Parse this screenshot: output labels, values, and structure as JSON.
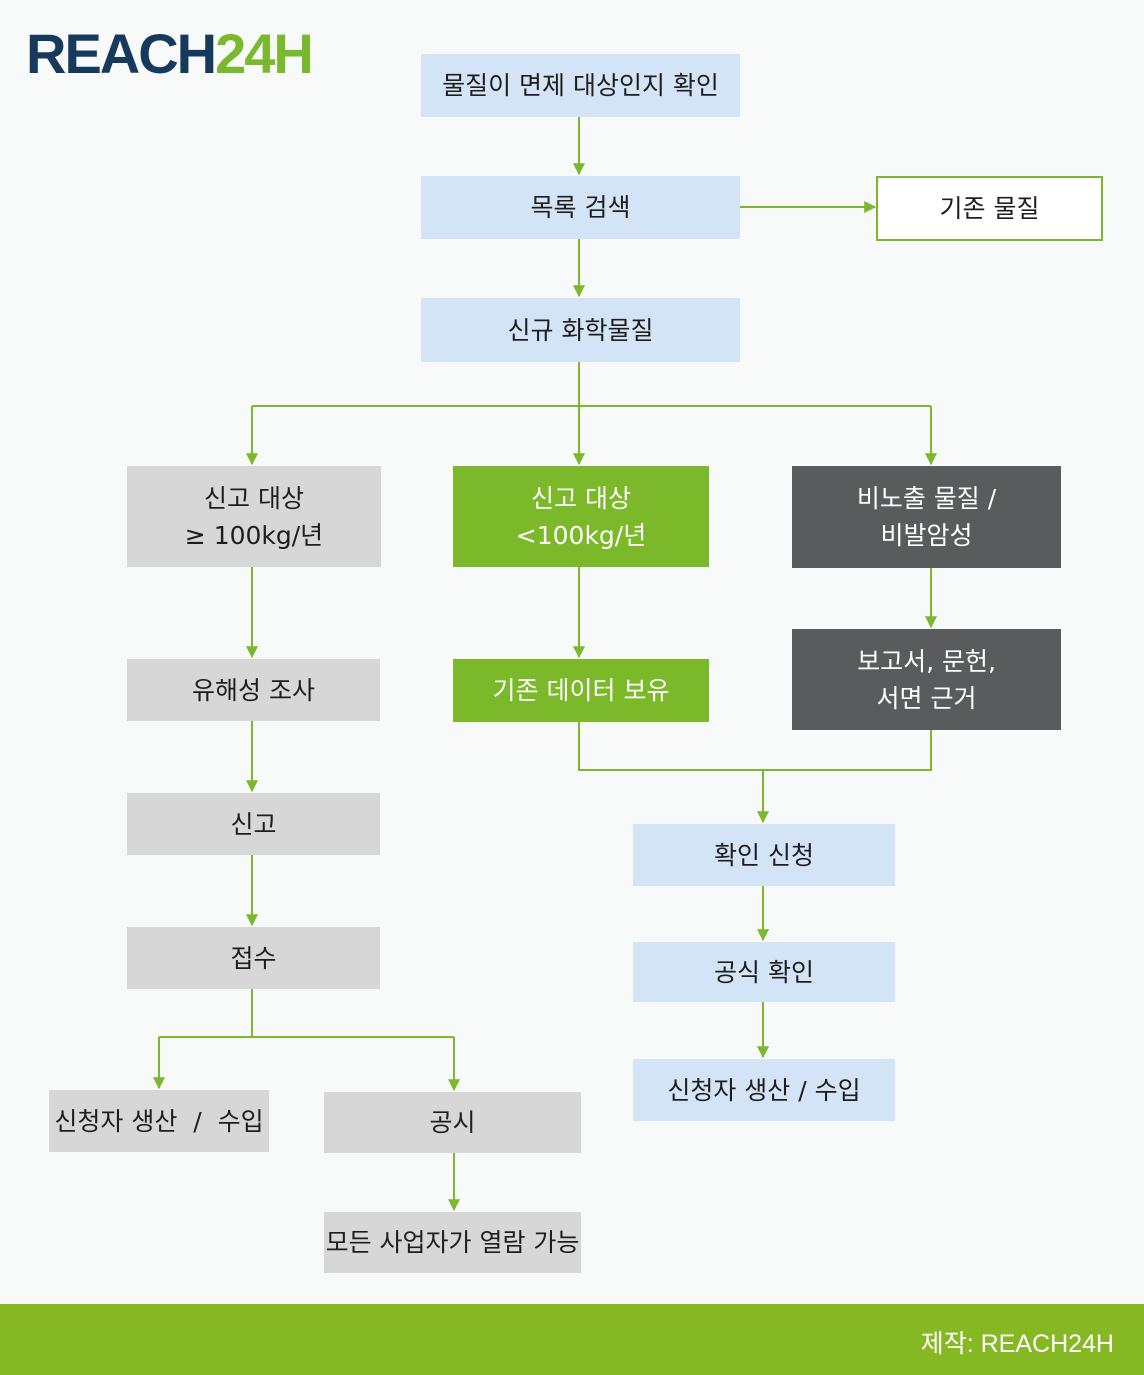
{
  "logo": {
    "part1": "REACH",
    "part2": "24H"
  },
  "flow": {
    "check_exempt": "물질이 면제 대상인지 확인",
    "list_search": "목록 검색",
    "existing_substance": "기존 물질",
    "new_chemical": "신규 화학물질",
    "report_over": {
      "line1": "신고 대상",
      "line2": "≥ 100kg/년"
    },
    "report_under": {
      "line1": "신고 대상",
      "line2": "<100kg/년"
    },
    "non_exposure": {
      "line1": "비노출 물질 /",
      "line2": "비발암성"
    },
    "hazard_study": "유해성 조사",
    "existing_data": "기존 데이터 보유",
    "reports": {
      "line1": "보고서, 문헌,",
      "line2": "서면 근거"
    },
    "notify": "신고",
    "confirm_request": "확인 신청",
    "receipt": "접수",
    "official_confirm": "공식 확인",
    "applicant_left": "신청자 생산  /  수입",
    "publication": "공시",
    "applicant_right": "신청자 생산 / 수입",
    "open_access": "모든 사업자가 열람 가능"
  },
  "colors": {
    "line": "#7cb82f",
    "blue_box": "#d3e4f6",
    "gray_box": "#d7d7d7",
    "green_box": "#7bb82a",
    "dark_box": "#5a5b5d",
    "footer": "#86b824"
  },
  "footer": {
    "credit": "제작: REACH24H"
  }
}
